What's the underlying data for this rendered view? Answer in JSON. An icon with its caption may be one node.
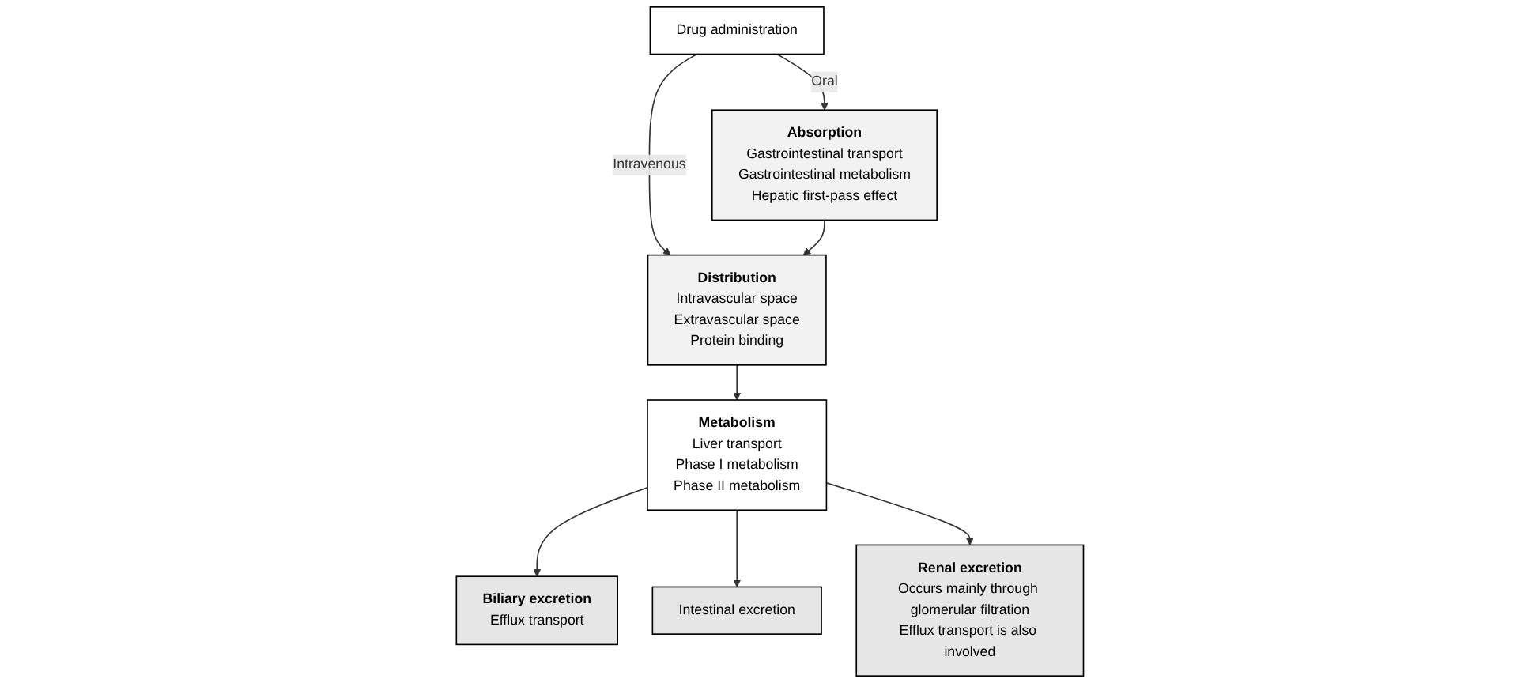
{
  "diagram": {
    "nodes": [
      {
        "text": [
          "Drug administration"
        ]
      },
      {
        "text": [
          "Absorption",
          "Gastrointestinal transport",
          "Gastrointestinal metabolism",
          "Hepatic first-pass effect"
        ]
      },
      {
        "text": [
          "Distribution",
          "Intravascular space",
          "Extravascular space",
          "Protein binding"
        ]
      },
      {
        "text": [
          "Metabolism",
          "Liver transport",
          "Phase I metabolism",
          "Phase II metabolism"
        ]
      },
      {
        "text": [
          "Biliary excretion",
          "Efflux transport"
        ]
      },
      {
        "text": [
          "Intestinal excretion"
        ]
      },
      {
        "text": [
          "Renal excretion",
          "Occurs mainly through glomerular filtration",
          "Efflux transport is also involved"
        ]
      }
    ],
    "edges": [
      {
        "from": 0,
        "to": 1,
        "arrow": "to",
        "label": "Oral"
      },
      {
        "from": 0,
        "to": 2,
        "arrow": "to",
        "label": "Intravenous"
      },
      {
        "from": 1,
        "to": 2,
        "arrow": "to"
      },
      {
        "from": 2,
        "to": 3,
        "arrow": "to"
      },
      {
        "from": 3,
        "to": 4,
        "arrow": "to"
      },
      {
        "from": 3,
        "to": 5,
        "arrow": "to"
      },
      {
        "from": 3,
        "to": 6,
        "arrow": "to"
      }
    ]
  }
}
